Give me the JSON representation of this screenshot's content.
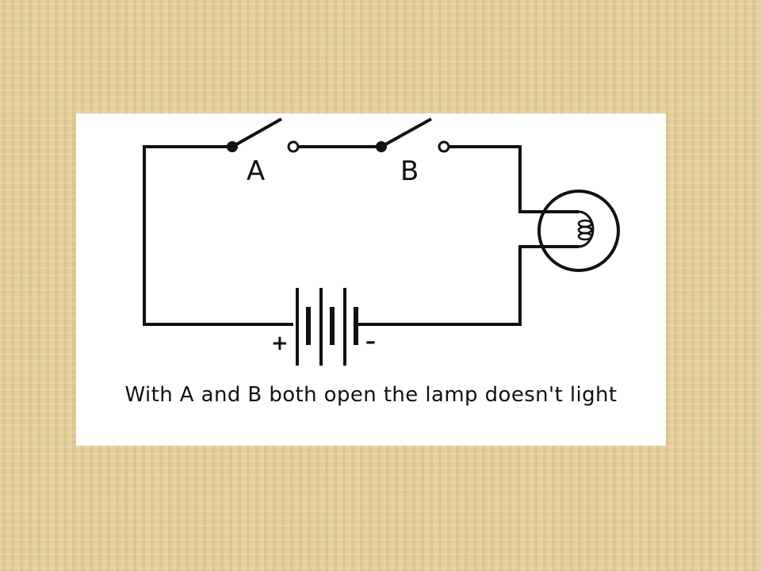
{
  "diagram": {
    "switch_a_label": "A",
    "switch_b_label": "B",
    "battery_positive": "+",
    "battery_negative": "–",
    "caption": "With A and B both open the lamp doesn't light"
  },
  "colors": {
    "background": "#e6cf97",
    "panel": "#ffffff",
    "ink": "#111111"
  }
}
